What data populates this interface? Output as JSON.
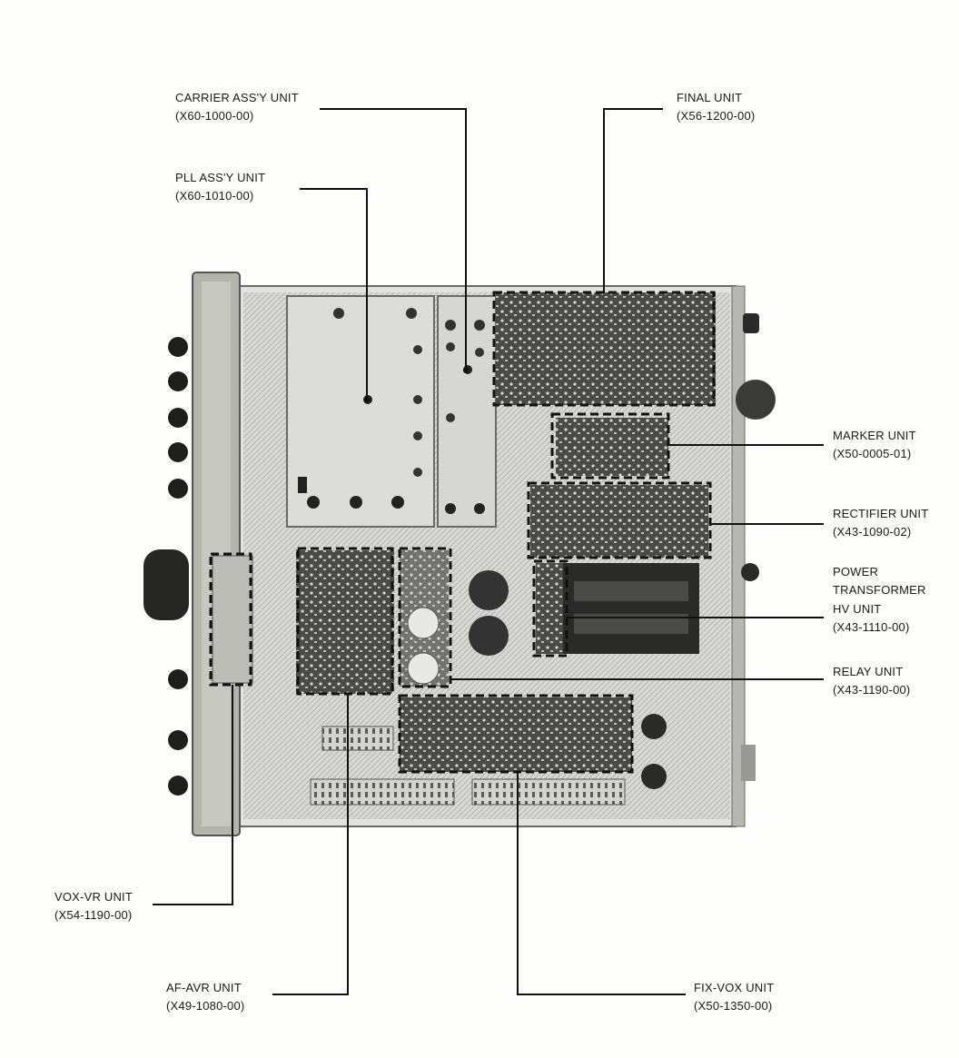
{
  "labels": {
    "carrier": {
      "name": "CARRIER ASS'Y UNIT",
      "part": "(X60-1000-00)"
    },
    "pll": {
      "name": "PLL ASS'Y UNIT",
      "part": "(X60-1010-00)"
    },
    "final": {
      "name": "FINAL UNIT",
      "part": "(X56-1200-00)"
    },
    "marker": {
      "name": "MARKER UNIT",
      "part": "(X50-0005-01)"
    },
    "rectifier": {
      "name": "RECTIFIER UNIT",
      "part": "(X43-1090-02)"
    },
    "power": {
      "line1": "POWER",
      "line2": "TRANSFORMER"
    },
    "hv": {
      "name": "HV UNIT",
      "part": "(X43-1110-00)"
    },
    "relay": {
      "name": "RELAY UNIT",
      "part": "(X43-1190-00)"
    },
    "voxvr": {
      "name": "VOX-VR UNIT",
      "part": "(X54-1190-00)"
    },
    "afavr": {
      "name": "AF-AVR UNIT",
      "part": "(X49-1080-00)"
    },
    "fixvox": {
      "name": "FIX-VOX UNIT",
      "part": "(X50-1350-00)"
    }
  },
  "colors": {
    "chassis": "#e4e4e0",
    "panel": "#b9b9b4",
    "shield": "#d9d9d5",
    "board": "#3a3a38",
    "ink": "#111111"
  }
}
